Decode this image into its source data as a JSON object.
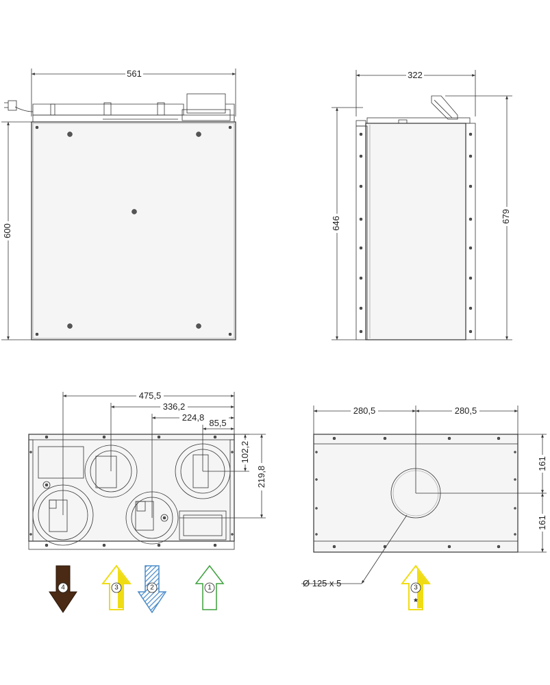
{
  "front_view": {
    "width_label": "561",
    "height_label": "600"
  },
  "side_view": {
    "width_label": "322",
    "height_body_label": "646",
    "height_total_label": "679"
  },
  "top_view": {
    "dim_475": "475,5",
    "dim_336": "336,2",
    "dim_224": "224,8",
    "dim_85": "85,5",
    "dim_102": "102,2",
    "dim_219": "219,8"
  },
  "back_view": {
    "dim_left": "280,5",
    "dim_right": "280,5",
    "dim_upper": "161",
    "dim_lower": "161",
    "diameter_label": "Ø 125 x 5"
  },
  "flow_arrows": [
    {
      "number": "4",
      "direction": "down",
      "color": "#4a2a14"
    },
    {
      "number": "3",
      "direction": "up",
      "color": "#f0dc14"
    },
    {
      "number": "2",
      "direction": "down",
      "color": "#4a8cc8"
    },
    {
      "number": "1",
      "direction": "up",
      "color": "#3ca03c"
    },
    {
      "number": "3",
      "direction": "up",
      "color": "#f0dc14",
      "mark": "*"
    }
  ],
  "colors": {
    "line": "#333333",
    "body": "#f5f5f5"
  }
}
